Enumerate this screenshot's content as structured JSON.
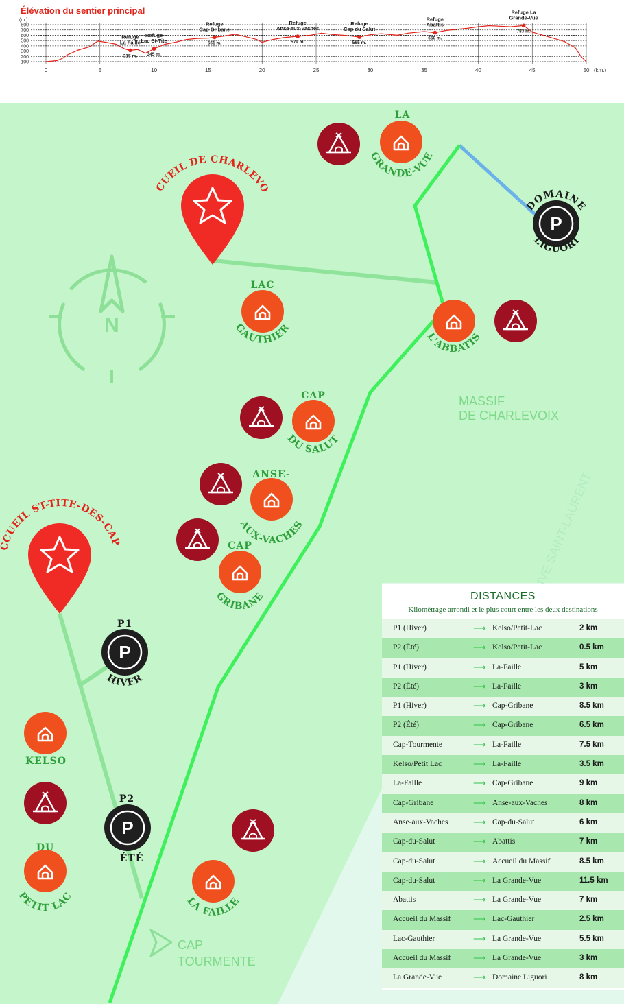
{
  "elevation": {
    "title": "Élévation du sentier principal",
    "y_unit": "(m.)",
    "x_unit": "(km.)",
    "y_ticks": [
      "800",
      "700",
      "600",
      "500",
      "400",
      "300",
      "200",
      "100"
    ],
    "x_ticks": [
      "0",
      "5",
      "10",
      "15",
      "20",
      "25",
      "30",
      "35",
      "40",
      "45",
      "50"
    ],
    "refuges": [
      {
        "name1": "Refuge",
        "name2": "La Faille",
        "alt": "315 m.",
        "km": 7.8
      },
      {
        "name1": "Refuge",
        "name2": "Lac St-Tite",
        "alt": "345 m.",
        "km": 10
      },
      {
        "name1": "Refuge",
        "name2": "Cap Gribane",
        "alt": "561 m.",
        "km": 15.6
      },
      {
        "name1": "Refuge",
        "name2": "Anse-aux-Vaches",
        "alt": "579 m.",
        "km": 23.3
      },
      {
        "name1": "Refuge",
        "name2": "Cap du Salut",
        "alt": "565 m.",
        "km": 29
      },
      {
        "name1": "Refuge",
        "name2": "Abattis",
        "alt": "650 m.",
        "km": 36
      },
      {
        "name1": "Refuge La",
        "name2": "Grande-Vue",
        "alt": "783 m.",
        "km": 44.2
      }
    ],
    "profile": [
      [
        0,
        100
      ],
      [
        1,
        120
      ],
      [
        1.5,
        160
      ],
      [
        2,
        230
      ],
      [
        3,
        320
      ],
      [
        4,
        380
      ],
      [
        4.8,
        490
      ],
      [
        5.5,
        470
      ],
      [
        6.5,
        430
      ],
      [
        7.3,
        340
      ],
      [
        7.8,
        315
      ],
      [
        8.5,
        330
      ],
      [
        9.2,
        260
      ],
      [
        9.6,
        300
      ],
      [
        10,
        345
      ],
      [
        11,
        430
      ],
      [
        12,
        470
      ],
      [
        13,
        520
      ],
      [
        14,
        540
      ],
      [
        15,
        545
      ],
      [
        15.6,
        561
      ],
      [
        16.5,
        585
      ],
      [
        17.5,
        620
      ],
      [
        18.5,
        570
      ],
      [
        19.5,
        520
      ],
      [
        20,
        470
      ],
      [
        21,
        520
      ],
      [
        22,
        555
      ],
      [
        23.3,
        579
      ],
      [
        24.5,
        600
      ],
      [
        25.5,
        640
      ],
      [
        26.5,
        615
      ],
      [
        27.5,
        600
      ],
      [
        28.5,
        580
      ],
      [
        29,
        565
      ],
      [
        30,
        610
      ],
      [
        31,
        630
      ],
      [
        32.5,
        600
      ],
      [
        33.5,
        640
      ],
      [
        35,
        670
      ],
      [
        36,
        650
      ],
      [
        37,
        690
      ],
      [
        38,
        710
      ],
      [
        39,
        730
      ],
      [
        40,
        760
      ],
      [
        41,
        780
      ],
      [
        42,
        770
      ],
      [
        43,
        760
      ],
      [
        44.2,
        783
      ],
      [
        45,
        660
      ],
      [
        46,
        600
      ],
      [
        47,
        540
      ],
      [
        48,
        480
      ],
      [
        49,
        360
      ],
      [
        49.5,
        200
      ],
      [
        50,
        100
      ]
    ]
  },
  "map": {
    "accueil_charlevoix": "ACCUEIL DE CHARLEVOIX",
    "accueil_st_tite": "ACCUEIL ST-TITE-DES-CAPS",
    "domaine_liguori": [
      "DOMAINE",
      "LIGUORI"
    ],
    "p1": [
      "P1",
      "HIVER"
    ],
    "p2": [
      "P2",
      "ÉTÉ"
    ],
    "parking_letter": "P",
    "compass_letter": "N",
    "massif": [
      "MASSIF",
      "DE CHARLEVOIX"
    ],
    "fleuve": "FLEUVE SAINT-LAURENT",
    "cap_tourmente": [
      "CAP",
      "TOURMENTE"
    ],
    "refuges": {
      "grande_vue": [
        "LA",
        "GRANDE-VUE"
      ],
      "lac_gauthier": [
        "LAC",
        "GAUTHIER"
      ],
      "abbatis": "L'ABBATIS",
      "cap_du_salut": [
        "CAP",
        "DU SALUT"
      ],
      "anse_aux_vaches": [
        "ANSE-",
        "AUX-VACHES"
      ],
      "cap_gribane": [
        "CAP",
        "GRIBANE"
      ],
      "kelso": "KELSO",
      "petit_lac": [
        "DU",
        "PETIT LAC"
      ],
      "la_faille": "LA FAILLE"
    },
    "colors": {
      "land": "#c4f5cb",
      "water": "#e2f8ec",
      "trail": "#3ef05c",
      "connector": "#8fe39a",
      "blue": "#6cb2ea",
      "refuge": "#f0501e",
      "camp": "#9e1022",
      "marker": "#f02a24",
      "parking": "#1f1f1f"
    },
    "icons": [
      "star-marker-icon",
      "house-icon",
      "tent-icon",
      "parking-icon",
      "compass-icon",
      "direction-arrow-icon"
    ]
  },
  "distances": {
    "title": "DISTANCES",
    "subtitle": "Kilomètrage arrondi et le plus court entre les deux destinations",
    "arrow": "⟶",
    "rows": [
      {
        "from": "P1 (Hiver)",
        "to": "Kelso/Petit-Lac",
        "km": "2 km"
      },
      {
        "from": "P2 (Été)",
        "to": "Kelso/Petit-Lac",
        "km": "0.5 km"
      },
      {
        "from": "P1 (Hiver)",
        "to": "La-Faille",
        "km": "5 km"
      },
      {
        "from": "P2 (Été)",
        "to": "La-Faille",
        "km": "3 km"
      },
      {
        "from": "P1 (Hiver)",
        "to": "Cap-Gribane",
        "km": "8.5 km"
      },
      {
        "from": "P2 (Été)",
        "to": "Cap-Gribane",
        "km": "6.5 km"
      },
      {
        "from": "Cap-Tourmente",
        "to": "La-Faille",
        "km": "7.5 km"
      },
      {
        "from": "Kelso/Petit Lac",
        "to": "La-Faille",
        "km": "3.5 km"
      },
      {
        "from": "La-Faille",
        "to": "Cap-Gribane",
        "km": "9 km"
      },
      {
        "from": "Cap-Gribane",
        "to": "Anse-aux-Vaches",
        "km": "8 km"
      },
      {
        "from": "Anse-aux-Vaches",
        "to": "Cap-du-Salut",
        "km": "6 km"
      },
      {
        "from": "Cap-du-Salut",
        "to": "Abattis",
        "km": "7 km"
      },
      {
        "from": "Cap-du-Salut",
        "to": "Accueil du Massif",
        "km": "8.5 km"
      },
      {
        "from": "Cap-du-Salut",
        "to": "La Grande-Vue",
        "km": "11.5 km"
      },
      {
        "from": "Abattis",
        "to": "La Grande-Vue",
        "km": "7 km"
      },
      {
        "from": "Accueil du Massif",
        "to": "Lac-Gauthier",
        "km": "2.5 km"
      },
      {
        "from": "Lac-Gauthier",
        "to": "La Grande-Vue",
        "km": "5.5 km"
      },
      {
        "from": "Accueil du Massif",
        "to": "La Grande-Vue",
        "km": "3 km"
      },
      {
        "from": "La Grande-Vue",
        "to": "Domaine Liguori",
        "km": "8 km"
      }
    ]
  }
}
